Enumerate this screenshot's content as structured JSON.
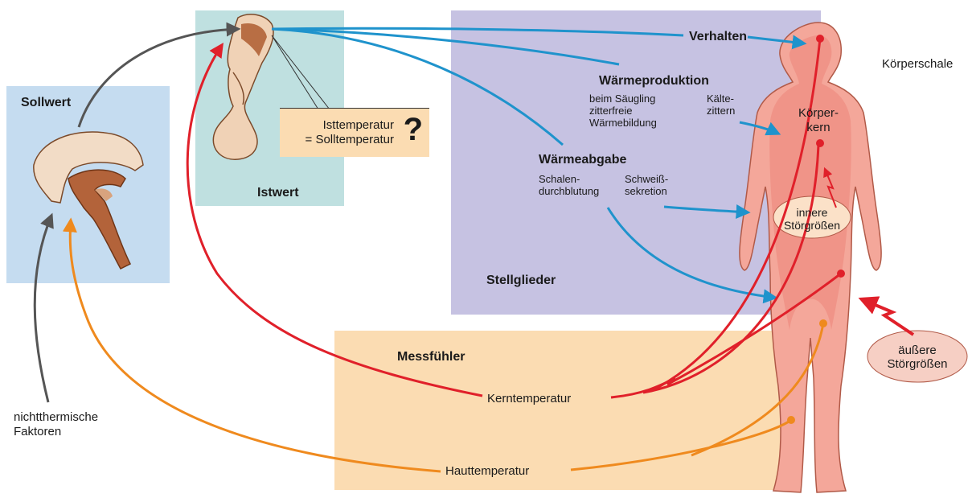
{
  "boxes": {
    "sollwert": "Sollwert",
    "istwert": "Istwert",
    "stellglieder": "Stellglieder",
    "messfuehler": "Messfühler"
  },
  "comparison": {
    "text": "Isttemperatur\n= Solltemperatur",
    "mark": "?"
  },
  "effectors": {
    "verhalten": "Verhalten",
    "waermeproduktion": {
      "title": "Wärmeproduktion",
      "saeugling": "beim Säugling\nzitterfreie\nWärmebildung",
      "kaeltezittern": "Kälte-\nzittern"
    },
    "waermeabgabe": {
      "title": "Wärmeabgabe",
      "schalendurchblutung": "Schalen-\ndurchblutung",
      "schweisssekretion": "Schweiß-\nsekretion"
    }
  },
  "body": {
    "koerperschale": "Körperschale",
    "koerperkern": "Körper-\nkern",
    "innere_stoergroessen": "innere\nStörgrößen",
    "aeussere_stoergroessen": "äußere\nStörgrößen"
  },
  "sensors": {
    "kerntemperatur": "Kerntemperatur",
    "hauttemperatur": "Hauttemperatur"
  },
  "nichtthermisch": "nichtthermische\nFaktoren",
  "colors": {
    "sollwert_box": "#c5dcf0",
    "istwert_box": "#bfe0e0",
    "stellglieder_box": "#c6c2e2",
    "messfuehler_box": "#fbdcb2",
    "body": "#f4a79a",
    "effector_arrow": "#1f93cc",
    "core_arrow": "#e0202a",
    "skin_arrow": "#ef8a1e",
    "setpoint_arrow": "#555555"
  }
}
